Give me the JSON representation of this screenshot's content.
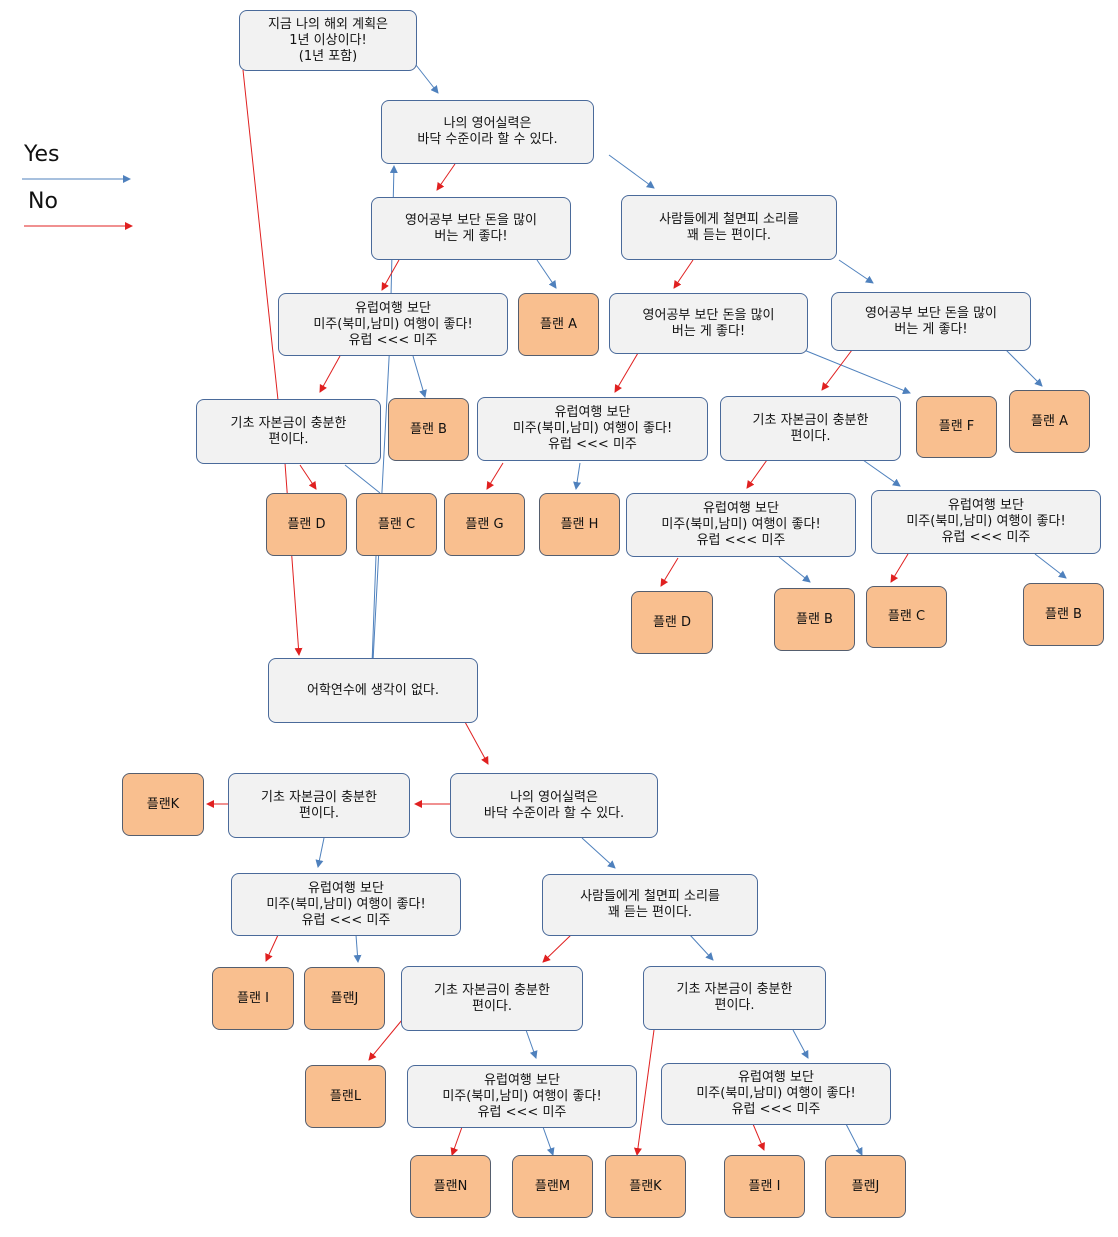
{
  "legend": {
    "yes": "Yes",
    "no": "No",
    "yes_color": "#4f81bd",
    "no_color": "#e02020"
  },
  "colors": {
    "question_fill": "#f2f2f2",
    "plan_fill": "#f9bf8f"
  },
  "nodes": {
    "q_abroad_plan": "지금 나의 해외 계획은\n1년 이상이다!\n(1년 포함)",
    "q_english_1": "나의 영어실력은\n바닥 수준이라 할 수 있다.",
    "q_money_1": "영어공부 보단 돈을 많이\n버는 게 좋다!",
    "q_shameless_1": "사람들에게 철면피 소리를\n꽤 듣는 편이다.",
    "q_travel_1": "유럽여행 보단\n미주(북미,남미) 여행이 좋다!\n유럽 <<< 미주",
    "plan_a_1": "플랜 A",
    "q_money_2": "영어공부 보단 돈을 많이\n버는 게 좋다!",
    "q_money_3": "영어공부 보단 돈을 많이\n버는 게 좋다!",
    "q_capital_1": "기초 자본금이 충분한\n편이다.",
    "plan_b_1": "플랜 B",
    "q_travel_2": "유럽여행 보단\n미주(북미,남미) 여행이 좋다!\n유럽 <<< 미주",
    "q_capital_2": "기초 자본금이 충분한\n편이다.",
    "plan_f": "플랜 F",
    "plan_a_2": "플랜 A",
    "plan_d_1": "플랜 D",
    "plan_c_1": "플랜 C",
    "plan_g": "플랜 G",
    "plan_h": "플랜 H",
    "q_travel_3": "유럽여행 보단\n미주(북미,남미) 여행이 좋다!\n유럽 <<< 미주",
    "q_travel_4": "유럽여행 보단\n미주(북미,남미) 여행이 좋다!\n유럽 <<< 미주",
    "plan_d_2": "플랜 D",
    "plan_b_2": "플랜 B",
    "plan_c_2": "플랜 C",
    "plan_b_3": "플랜 B",
    "q_language_course": "어학연수에 생각이 없다.",
    "plan_k_1": "플랜K",
    "q_capital_3": "기초 자본금이 충분한\n편이다.",
    "q_english_2": "나의 영어실력은\n바닥 수준이라 할 수 있다.",
    "q_travel_5": "유럽여행 보단\n미주(북미,남미) 여행이 좋다!\n유럽 <<< 미주",
    "q_shameless_2": "사람들에게 철면피 소리를\n꽤 듣는 편이다.",
    "plan_i_1": "플랜 I",
    "plan_j_1": "플랜J",
    "q_capital_4": "기초 자본금이 충분한\n편이다.",
    "q_capital_5": "기초 자본금이 충분한\n편이다.",
    "plan_l": "플랜L",
    "q_travel_6": "유럽여행 보단\n미주(북미,남미) 여행이 좋다!\n유럽 <<< 미주",
    "q_travel_7": "유럽여행 보단\n미주(북미,남미) 여행이 좋다!\n유럽 <<< 미주",
    "plan_n": "플랜N",
    "plan_m": "플랜M",
    "plan_k_2": "플랜K",
    "plan_i_2": "플랜 I",
    "plan_j_2": "플랜J"
  }
}
